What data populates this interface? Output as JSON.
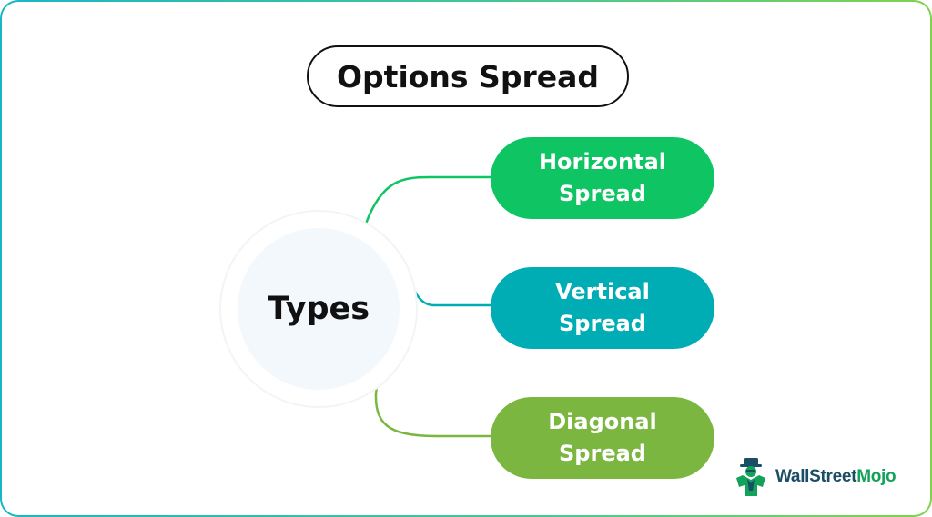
{
  "title": "Options Spread",
  "center": {
    "label": "Types"
  },
  "types": [
    {
      "line1": "Horizontal",
      "line2": "Spread",
      "color": "#0fc563"
    },
    {
      "line1": "Vertical",
      "line2": "Spread",
      "color": "#00adb5"
    },
    {
      "line1": "Diagonal",
      "line2": "Spread",
      "color": "#7bb641"
    }
  ],
  "logo": {
    "part1": "WallStreet",
    "part2": "Mojo",
    "icon": "mojo-mascot-icon"
  }
}
